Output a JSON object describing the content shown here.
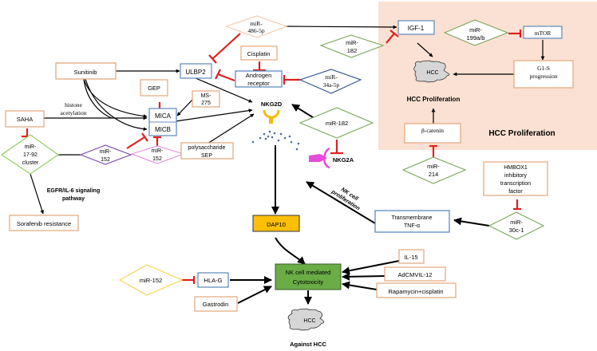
{
  "colors": {
    "orange_border": "#e3a77a",
    "blue_border": "#6a8fbf",
    "green_diamond": "#7aa65a",
    "inhibit_red": "#e0201f",
    "panel_bg": "#fbe1d3",
    "dap10_fill": "#fbbf09",
    "cytotox_fill": "#6aac46",
    "hcc_fill": "#d6d6d6",
    "receptor_yellow": "#f6b90c",
    "nkg2a_magenta": "#e64bdb",
    "dots": "#4a6aa0"
  },
  "panel": {
    "label": "HCC Proliferation"
  },
  "nodes": {
    "sunitinib": "Sunitinib",
    "ulbp2": "ULBP2",
    "mir486": [
      "miR-",
      "486-5p"
    ],
    "cisplatin": "Cisplatin",
    "androgen": [
      "Androgen",
      "receptor"
    ],
    "mir34a": [
      "miR-",
      "34a-5p"
    ],
    "mir182_top": [
      "miR-",
      "182"
    ],
    "igf1": "IGF-1",
    "mir199": [
      "miR-",
      "199a/b"
    ],
    "mtor": "mTOR",
    "g1s": [
      "G1-S",
      "progression"
    ],
    "hcc_top": "HCC",
    "hcc_prolif_label": "HCC Proliferation",
    "bcatenin": "β-catenin",
    "gep": "GEP",
    "ms275": [
      "MS-",
      "275"
    ],
    "mica": "MICA",
    "micb": "MICB",
    "saha": "SAHA",
    "histone": [
      "histone",
      "acetylation"
    ],
    "mir1792": [
      "miR-",
      "17-92",
      "cluster"
    ],
    "mir152_purple": [
      "miR-",
      "152"
    ],
    "mir152_pink": [
      "miR-",
      "152"
    ],
    "polysaccharide": [
      "polysaccharide",
      "SEP"
    ],
    "nkg2d": "NKG2D",
    "mir182_mid": "miR-182",
    "nkg2a": "NKG2A",
    "mir214": [
      "miR-",
      "214"
    ],
    "hmbox1": [
      "HMBOX1",
      "inhibitory",
      "transcription",
      "factor"
    ],
    "egfr": [
      "EGFR/IL-6 signaling",
      "pathway"
    ],
    "sorafenib": "Sorafenib resistance",
    "nk_prolif": [
      "NK cell",
      "proliferation"
    ],
    "tnf": [
      "Transmembrane",
      "TNF-α"
    ],
    "mir30c": [
      "miR-",
      "30c-1"
    ],
    "dap10": "DAP10",
    "il15": "IL-15",
    "adcmvil12": "AdCMVIL-12",
    "rapamycin": "Rapamycin+cisplatin",
    "mir152_yellow": "miR-152",
    "hlag": "HLA-G",
    "cytotox": [
      "NK cell mediated",
      "Cytotoxicity"
    ],
    "gastrodin": "Gastrodin",
    "hcc_bottom": "HCC",
    "against_hcc": "Against HCC"
  }
}
